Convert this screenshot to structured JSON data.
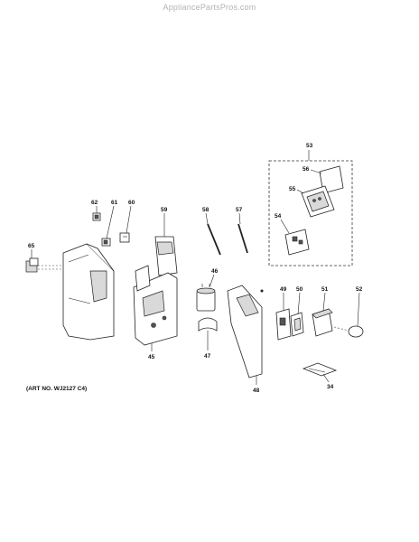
{
  "watermark": "AppliancePartsPros.com",
  "art_number": "(ART NO. WJ2127 C4)",
  "callouts": {
    "p65": "65",
    "p62": "62",
    "p61": "61",
    "p60": "60",
    "p59": "59",
    "p58": "58",
    "p57": "57",
    "p53": "53",
    "p56": "56",
    "p55": "55",
    "p54": "54",
    "p46": "46",
    "p45": "45",
    "p47": "47",
    "p49": "49",
    "p50": "50",
    "p51": "51",
    "p52": "52",
    "p48": "48",
    "p34": "34"
  }
}
